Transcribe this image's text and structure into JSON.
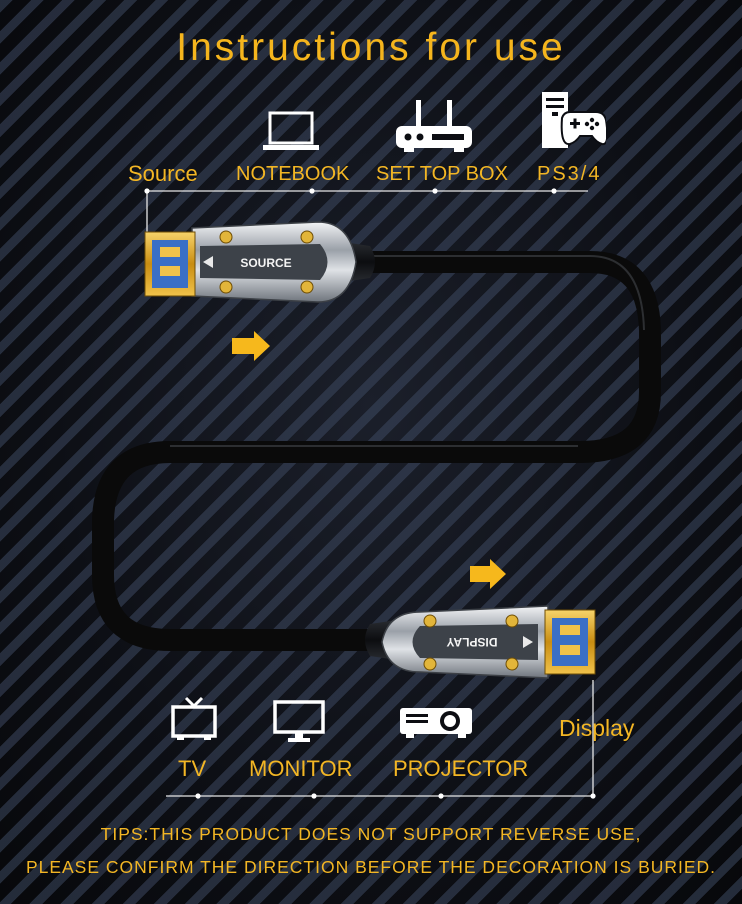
{
  "header": {
    "title": "Instructions for use"
  },
  "source": {
    "label": "Source",
    "devices": [
      {
        "label": "NOTEBOOK",
        "icon": "laptop-icon"
      },
      {
        "label": "SET TOP BOX",
        "icon": "router-icon"
      },
      {
        "label": "PS3/4",
        "icon": "game-console-icon"
      }
    ]
  },
  "display": {
    "label": "Display",
    "devices": [
      {
        "label": "TV",
        "icon": "tv-icon"
      },
      {
        "label": "MONITOR",
        "icon": "monitor-icon"
      },
      {
        "label": "PROJECTOR",
        "icon": "projector-icon"
      }
    ]
  },
  "cable": {
    "source_end_label": "SOURCE",
    "display_end_label": "DISPLAY",
    "direction_icon": "arrow-right-icon"
  },
  "tips": {
    "line1": "TIPS:THIS PRODUCT DOES NOT SUPPORT REVERSE USE,",
    "line2": "PLEASE CONFIRM THE DIRECTION BEFORE THE DECORATION IS BURIED."
  },
  "colors": {
    "accent": "#f3b624",
    "icon": "#ffffff",
    "cable": "#0b0b0b",
    "gold": "#d9a21e"
  }
}
